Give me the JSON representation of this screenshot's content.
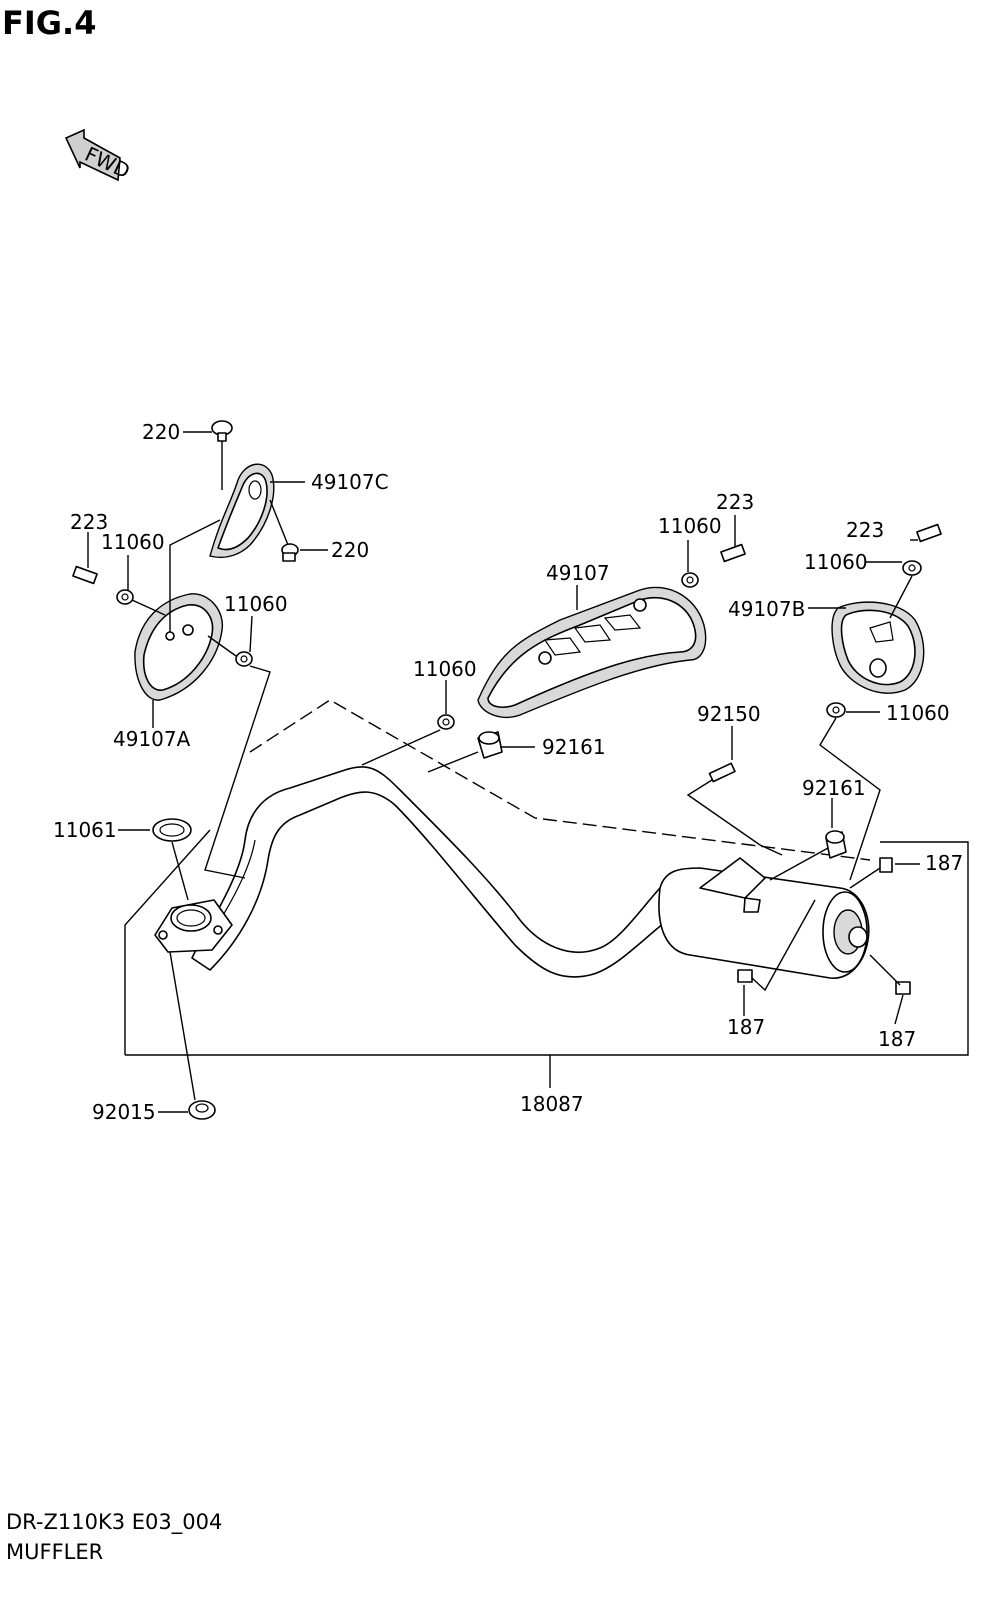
{
  "figure": {
    "title": "FIG.4"
  },
  "fwd_arrow": {
    "label": "FWD",
    "icon": "fwd-arrow-icon"
  },
  "callouts": {
    "p220_top": "220",
    "p49107c": "49107C",
    "p220_right": "220",
    "p223_left": "223",
    "p11060_a": "11060",
    "p11060_b": "11060",
    "p49107a": "49107A",
    "p11061": "11061",
    "p92015": "92015",
    "p49107": "49107",
    "p11060_c": "11060",
    "p92161_a": "92161",
    "p11060_d": "11060",
    "p223_mid": "223",
    "p223_right": "223",
    "p11060_e": "11060",
    "p49107b": "49107B",
    "p11060_f": "11060",
    "p92150": "92150",
    "p92161_b": "92161",
    "p187_a": "187",
    "p187_b": "187",
    "p187_c": "187",
    "p18087": "18087"
  },
  "footer": {
    "model_code": "DR-Z110K3 E03_004",
    "section_name": "MUFFLER"
  }
}
